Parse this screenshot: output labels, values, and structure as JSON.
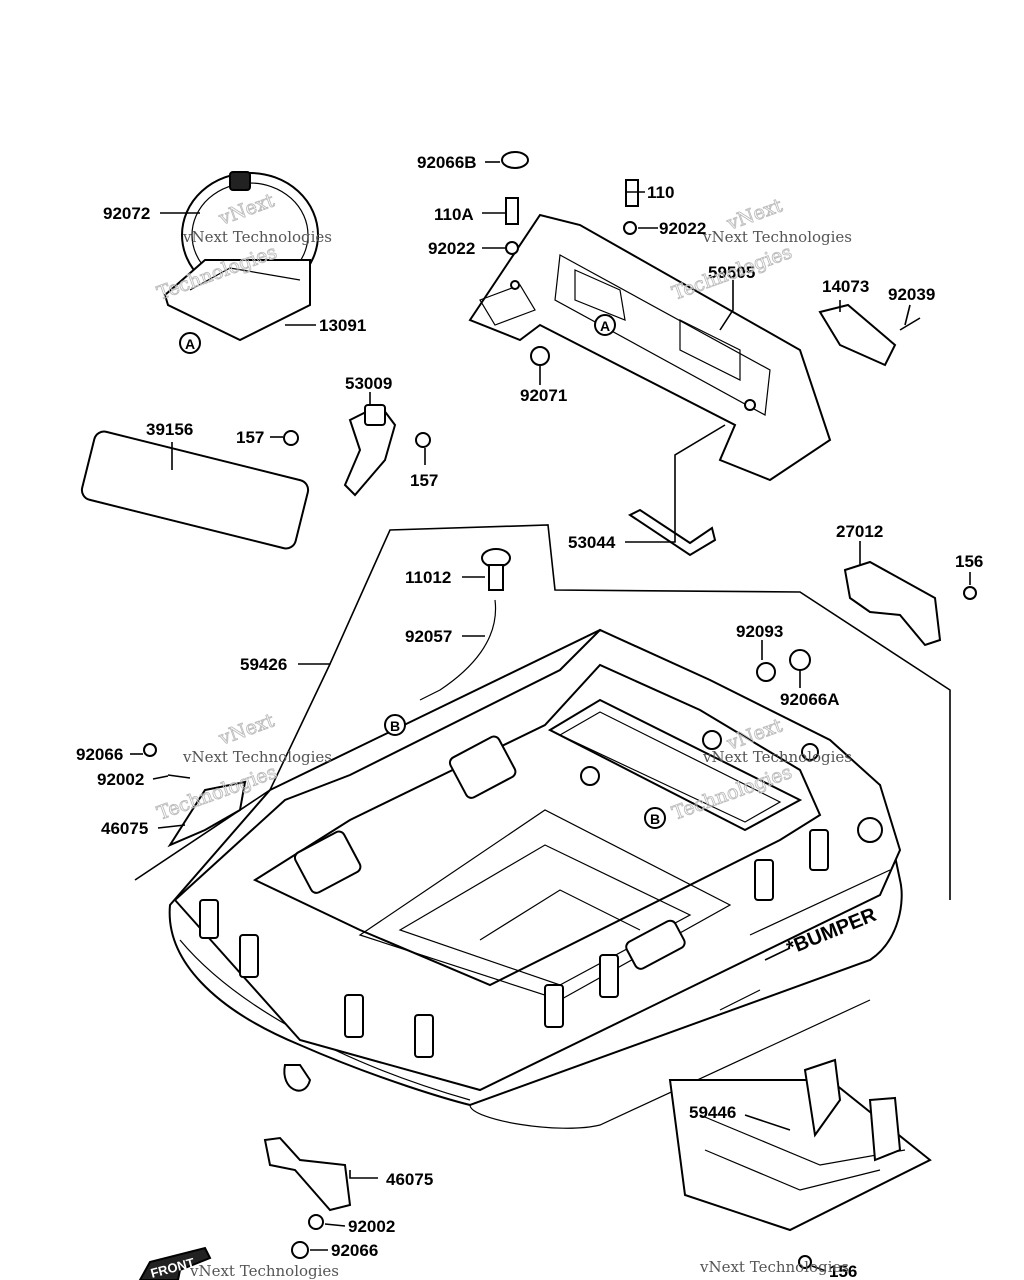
{
  "labels": {
    "p92066B": "92066B",
    "p110": "110",
    "p110A": "110A",
    "p92022a": "92022",
    "p92022b": "92022",
    "p92072": "92072",
    "p13091": "13091",
    "p59505": "59505",
    "p14073": "14073",
    "p92039": "92039",
    "p92071": "92071",
    "p53009": "53009",
    "p39156": "39156",
    "p157a": "157",
    "p157b": "157",
    "p53044": "53044",
    "p27012": "27012",
    "p156a": "156",
    "p11012": "11012",
    "p92057": "92057",
    "p59426": "59426",
    "p92093": "92093",
    "p92066A": "92066A",
    "p92066a": "92066",
    "p92002a": "92002",
    "p46075a": "46075",
    "p46075b": "46075",
    "p92002b": "92002",
    "p92066b": "92066",
    "p59446": "59446",
    "p156b": "156",
    "bumper": "*BUMPER",
    "refA1": "A",
    "refA2": "A",
    "refB1": "B",
    "refB2": "B",
    "front": "FRONT"
  },
  "watermark": {
    "line1": "vNext",
    "line2": "Technologies",
    "small": "vNext Technologies"
  }
}
